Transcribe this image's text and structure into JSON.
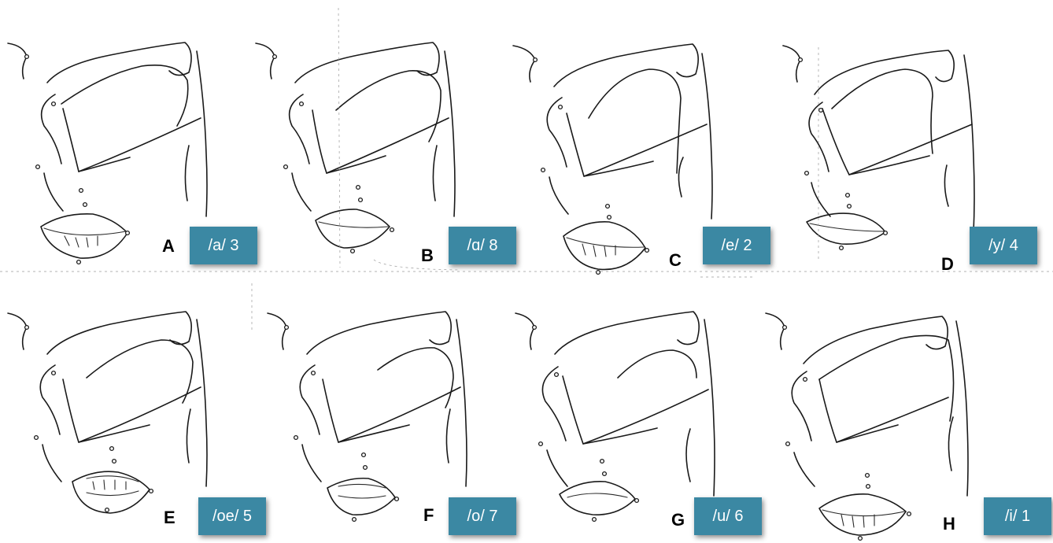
{
  "panels": [
    {
      "letter": "A",
      "label": "/a/ 3"
    },
    {
      "letter": "B",
      "label": "/ɑ/ 8"
    },
    {
      "letter": "C",
      "label": "/e/ 2"
    },
    {
      "letter": "D",
      "label": "/y/ 4"
    },
    {
      "letter": "E",
      "label": "/oe/ 5"
    },
    {
      "letter": "F",
      "label": "/o/ 7"
    },
    {
      "letter": "G",
      "label": "/u/ 6"
    },
    {
      "letter": "H",
      "label": "/i/ 1"
    }
  ],
  "colors": {
    "badge": "#3b88a3",
    "badge_text": "#ffffff",
    "line": "#1a1a1a"
  }
}
